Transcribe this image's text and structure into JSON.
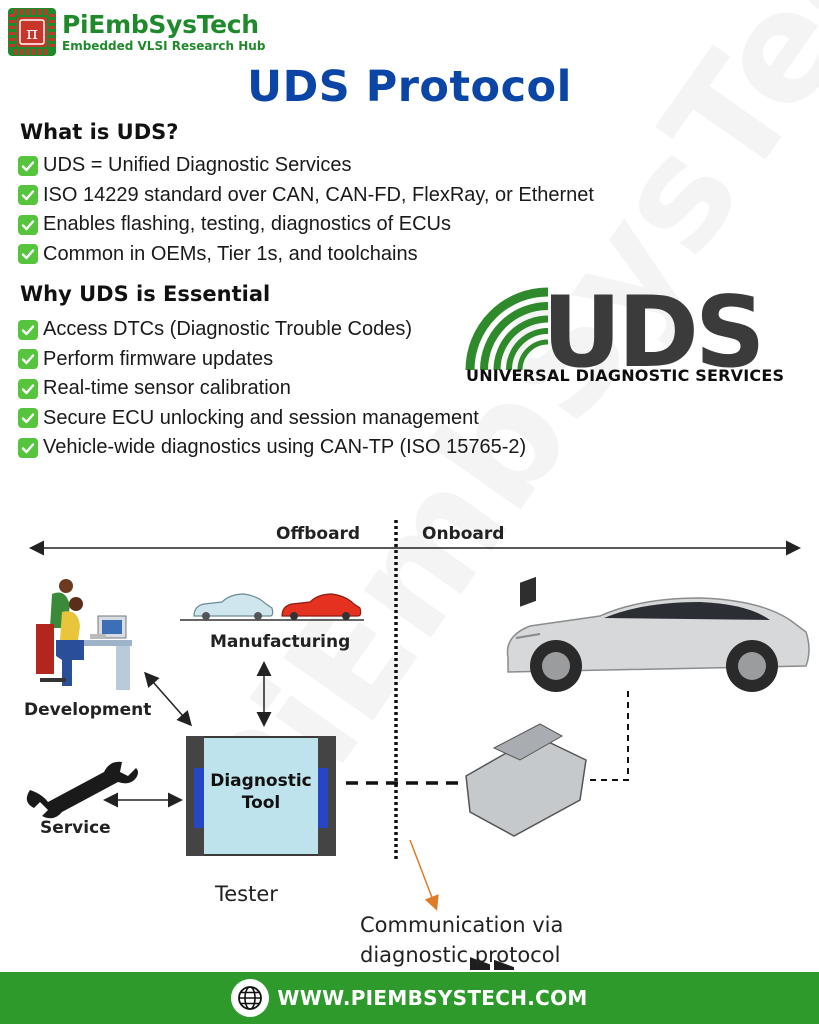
{
  "brand": {
    "name": "PiEmbSysTech",
    "tagline": "Embedded VLSI Research Hub",
    "colors": {
      "green": "#1f8a2c",
      "red": "#c8352b"
    }
  },
  "watermark": "PiEmbSysTech",
  "page_title": "UDS Protocol",
  "what": {
    "heading": "What is UDS?",
    "items": [
      "UDS = Unified Diagnostic Services",
      "ISO 14229 standard over CAN, CAN-FD, FlexRay, or Ethernet",
      "Enables flashing, testing, diagnostics of ECUs",
      "Common in OEMs, Tier 1s, and toolchains"
    ]
  },
  "why": {
    "heading": "Why UDS is Essential",
    "items": [
      "Access DTCs (Diagnostic Trouble Codes)",
      "Perform firmware updates",
      "Real-time sensor calibration",
      "Secure ECU unlocking and session management",
      "Vehicle-wide diagnostics using CAN-TP (ISO 15765-2)"
    ]
  },
  "uds_logo": {
    "letters": "UDS",
    "caption": "UNIVERSAL DIAGNOSTIC SERVICES",
    "colors": {
      "text": "#3b3b3b",
      "arc": "#2f8a2c"
    }
  },
  "diagram": {
    "offboard": "Offboard",
    "onboard": "Onboard",
    "manufacturing": "Manufacturing",
    "development": "Development",
    "service": "Service",
    "tool_line1": "Diagnostic",
    "tool_line2": "Tool",
    "tester": "Tester",
    "comm_line1": "Communication via",
    "comm_line2": "diagnostic protocol"
  },
  "check_icon": "check-mark-icon",
  "footer": {
    "url": "WWW.PIEMBSYSTECH.COM",
    "icon": "globe-icon",
    "color": "#2f9a2c"
  }
}
